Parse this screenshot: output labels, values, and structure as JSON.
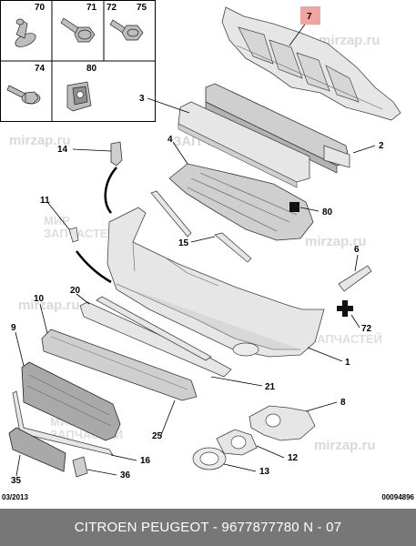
{
  "watermark": {
    "brand": "mirzap.ru",
    "line1": "МИР",
    "line2": "ЗАПЧАСТЕЙ",
    "mixed": "ЗАПЧАСТЕЙ"
  },
  "fastener_box": {
    "cells": [
      {
        "number": "70",
        "icon": "push-rivet-icon"
      },
      {
        "number": "71",
        "icon": "flange-screw-icon"
      },
      {
        "number": "72",
        "icon": "hex-bolt-icon"
      },
      {
        "number": "75",
        "icon": "pan-screw-icon"
      },
      {
        "number": "74",
        "icon": "washer-bolt-icon"
      },
      {
        "number": "80",
        "icon": "clip-nut-icon"
      }
    ]
  },
  "callouts": [
    "7",
    "3",
    "2",
    "14",
    "4",
    "80",
    "11",
    "15",
    "6",
    "72",
    "10",
    "20",
    "9",
    "1",
    "21",
    "8",
    "25",
    "12",
    "16",
    "13",
    "35",
    "36"
  ],
  "footer": {
    "date": "03/2013",
    "code": "00094896"
  },
  "caption": "CITROEN PEUGEOT - 9677877780     N - 07"
}
